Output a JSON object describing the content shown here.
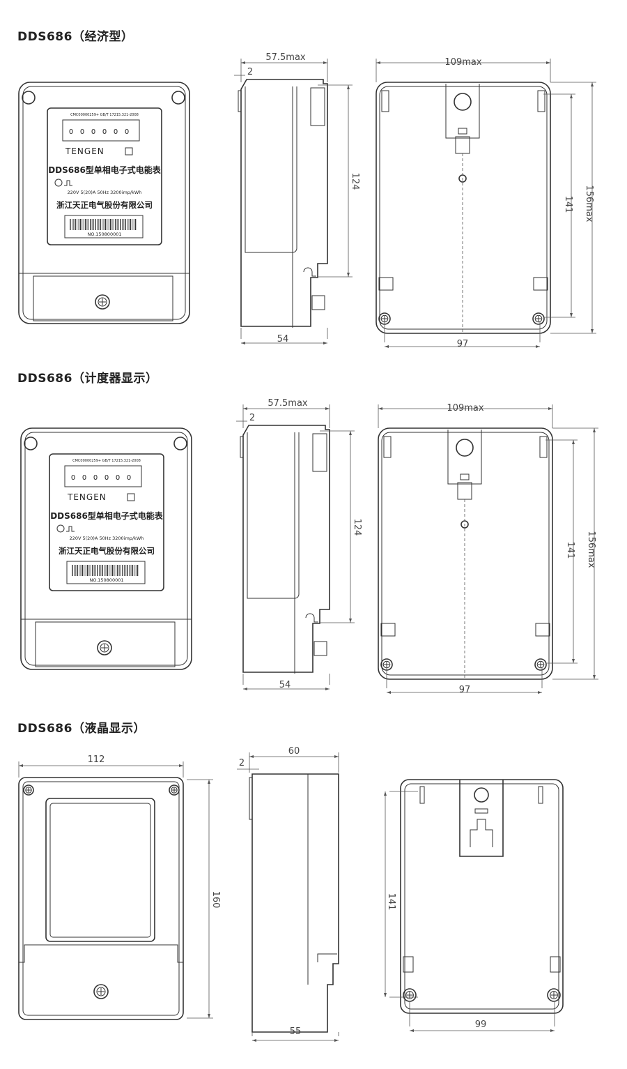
{
  "sections": [
    {
      "title": "DDS686（经济型）",
      "front": {
        "header_line": "CMC00000259+ GB/T 17215.321-2008",
        "brand": "TENGEN",
        "model": "DDS686型单相电子式电能表",
        "ratings": "220V 5(20)A 50Hz 3200imp/kWh",
        "maker": "浙江天正电气股份有限公司",
        "serial": "NO.150800001",
        "register_digits": [
          "0",
          "0",
          "0",
          "0",
          "0",
          "0"
        ]
      },
      "side": {
        "width_max": "57.5max",
        "offset": "2",
        "height": "124",
        "depth": "54"
      },
      "back": {
        "width_max": "109max",
        "mount_height": "141",
        "height_max": "156max",
        "mount_width": "97"
      }
    },
    {
      "title": "DDS686（计度器显示）",
      "front": {
        "header_line": "CMC00000259+ GB/T 17215.321-2008",
        "brand": "TENGEN",
        "model": "DDS686型单相电子式电能表",
        "ratings": "220V 5(20)A 50Hz 3200imp/kWh",
        "maker": "浙江天正电气股份有限公司",
        "serial": "NO.150800001",
        "register_digits": [
          "0",
          "0",
          "0",
          "0",
          "0",
          "0"
        ]
      },
      "side": {
        "width_max": "57.5max",
        "offset": "2",
        "height": "124",
        "depth": "54"
      },
      "back": {
        "width_max": "109max",
        "mount_height": "141",
        "height_max": "156max",
        "mount_width": "97"
      }
    },
    {
      "title": "DDS686（液晶显示）",
      "front": {
        "width": "112",
        "height": "160"
      },
      "side": {
        "width": "60",
        "offset": "2",
        "depth": "55"
      },
      "back": {
        "mount_height": "141",
        "mount_width": "99"
      }
    }
  ]
}
